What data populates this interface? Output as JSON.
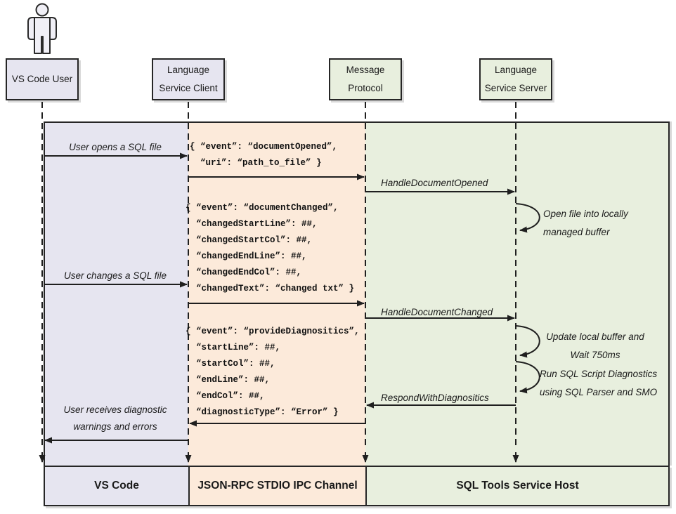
{
  "actors": [
    {
      "id": "vscode-user",
      "lines": [
        "VS Code User"
      ]
    },
    {
      "id": "language-service-client",
      "lines": [
        "Language",
        "Service Client"
      ]
    },
    {
      "id": "message-protocol",
      "lines": [
        "Message",
        "Protocol"
      ]
    },
    {
      "id": "language-service-server",
      "lines": [
        "Language",
        "Service Server"
      ]
    }
  ],
  "messages": [
    {
      "label": "User opens a SQL file"
    },
    {
      "label": "HandleDocumentOpened"
    },
    {
      "label": "User changes a SQL file"
    },
    {
      "label": "HandleDocumentChanged"
    },
    {
      "label": "RespondWithDiagnositics"
    },
    {
      "lines": [
        "User receives diagnostic",
        "warnings and errors"
      ]
    }
  ],
  "payloads": [
    {
      "lines": [
        "{ “event”: “documentOpened”,",
        "  “uri”: “path_to_file” }"
      ]
    },
    {
      "lines": [
        "{ “event”: “documentChanged”,",
        "  “changedStartLine”: ##,",
        "  “changedStartCol”: ##,",
        "  “changedEndLine”: ##,",
        "  “changedEndCol”: ##,",
        "  “changedText”: “changed txt” }"
      ]
    },
    {
      "lines": [
        "{ “event”: “provideDiagnositics”,",
        "  “startLine”: ##,",
        "  “startCol”: ##,",
        "  “endLine”: ##,",
        "  “endCol”: ##,",
        "  “diagnosticType”: “Error” }"
      ]
    }
  ],
  "notes": [
    {
      "lines": [
        "Open file into locally",
        "managed buffer"
      ]
    },
    {
      "lines": [
        "Update local buffer and",
        "Wait 750ms"
      ]
    },
    {
      "lines": [
        "Run SQL Script Diagnostics",
        "using SQL Parser and SMO"
      ]
    }
  ],
  "footer": [
    {
      "label": "VS Code"
    },
    {
      "label": "JSON-RPC STDIO IPC Channel"
    },
    {
      "label": "SQL Tools Service Host"
    }
  ],
  "colors": {
    "lane_vscode": "#e6e5f0",
    "lane_ipc": "#fceada",
    "lane_host": "#e8efde",
    "line": "#1f1f1f"
  }
}
